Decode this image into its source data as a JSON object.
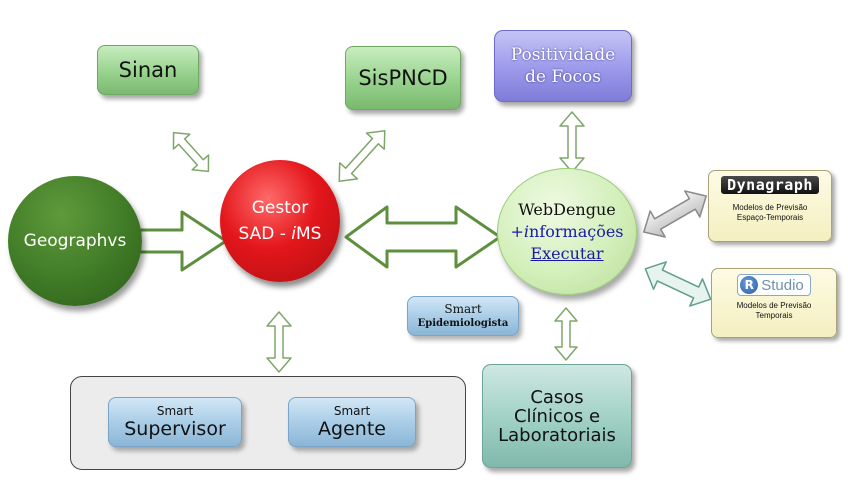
{
  "nodes": {
    "sinan": "Sinan",
    "sispncd": "SisPNCD",
    "positividade": [
      "Positividade",
      "de Focos"
    ],
    "geographvs": "Geographvs",
    "gestor": [
      "Gestor",
      "SAD - ",
      "i",
      "MS"
    ],
    "webdengue": {
      "title": "WebDengue",
      "info_prefix": "+",
      "info_italic": "i",
      "info_rest": "nformações",
      "executar": "Executar"
    },
    "smart_epidemiologista": [
      "Smart",
      "Epidemiologista"
    ],
    "casos": [
      "Casos",
      "Clínicos e",
      "Laboratoriais"
    ],
    "smart_supervisor": [
      "Smart",
      "Supervisor"
    ],
    "smart_agente": [
      "Smart",
      "Agente"
    ],
    "dynagraph": {
      "logo": "Dynagraph",
      "text": [
        "Modelos de Previsão",
        "Espaço-Temporais"
      ]
    },
    "rstudio": {
      "logo_r": "R",
      "logo_text": "Studio",
      "text": [
        "Modelos de Previsão",
        "Temporais"
      ]
    }
  },
  "colors": {
    "gestor": "#e3161b",
    "geographvs": "#3f7a26",
    "webdengue": "#d3efba",
    "arrow_fill": "#ffffff",
    "arrow_stroke": "#5e8f3e"
  }
}
